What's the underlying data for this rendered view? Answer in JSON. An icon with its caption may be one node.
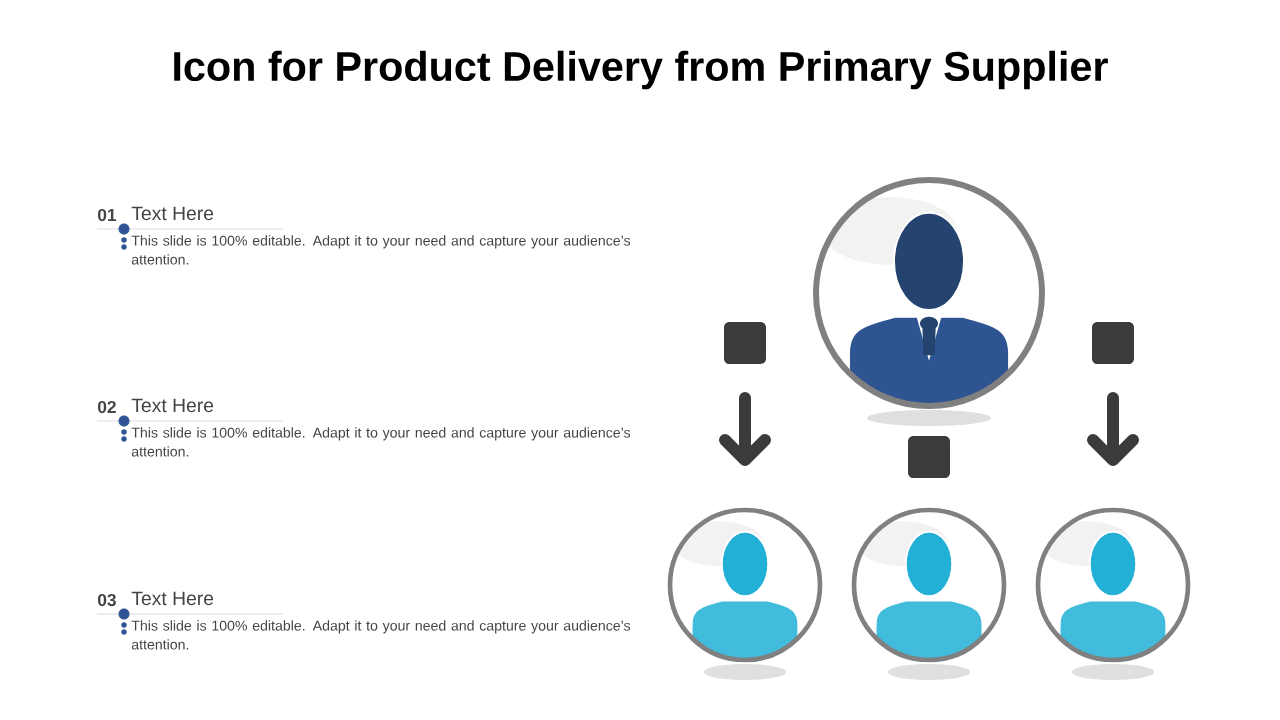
{
  "diagram": {
    "title": "Icon for Product Delivery from Primary Supplier",
    "labels": [
      "01",
      "Text Here",
      "This slide is 100% editable. Adapt it to your need and capture your audience’s attention.",
      "02",
      "Text Here",
      "This slide is 100% editable. Adapt it to your need and capture your audience’s attention.",
      "03",
      "Text Here",
      "This slide is 100% editable. Adapt it to your need and capture your audience’s attention."
    ]
  }
}
